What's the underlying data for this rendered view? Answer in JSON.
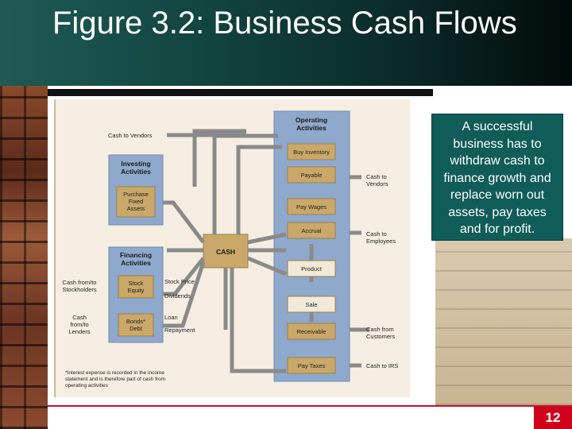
{
  "slide": {
    "title": "Figure 3.2:  Business Cash Flows",
    "page_number": "12"
  },
  "callout": {
    "text": "A successful business has to withdraw cash to finance growth and replace worn out assets, pay taxes and for profit."
  },
  "diagram": {
    "groups": {
      "operating": "Operating Activities",
      "investing": "Investing Activities",
      "financing": "Financing Activities"
    },
    "cash": "CASH",
    "operating_steps": [
      "Buy Inventory",
      "Payable",
      "Pay Wages",
      "Accrual",
      "Product",
      "Sale",
      "Receivable",
      "Pay Taxes"
    ],
    "investing_box": "Purchase Fixed Assets",
    "financing_boxes": [
      "Stock Equity",
      "Bonds* Debt"
    ],
    "external_labels": {
      "cash_to_vendors_top": "Cash to Vendors",
      "cash_to_vendors": "Cash to Vendors",
      "cash_to_employees": "Cash to Employees",
      "cash_from_customers": "Cash from Customers",
      "cash_to_irs": "Cash to IRS",
      "cash_stockholders": "Cash from/to Stockholders",
      "cash_lenders": "Cash from/to Lenders"
    },
    "flow_labels": [
      "Stock Price",
      "Dividends",
      "Loan",
      "Repayment"
    ],
    "footnote": "*Interest expense is recorded in the income statement and is therefore part of cash from operating activities"
  },
  "colors": {
    "title_bg": "#124540",
    "callout_bg": "#0f5c58",
    "page_badge": "#d0021b",
    "group_box": "#8fa9cc",
    "step_box": "#c9a86a",
    "arrow": "#8a8a8a"
  }
}
